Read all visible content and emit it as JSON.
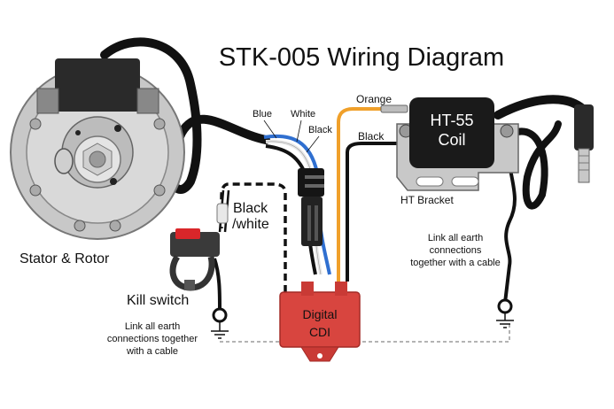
{
  "title": "STK-005 Wiring Diagram",
  "components": {
    "stator": "Stator & Rotor",
    "kill_switch": "Kill switch",
    "cdi_line1": "Digital",
    "cdi_line2": "CDI",
    "coil_line1": "HT-55",
    "coil_line2": "Coil",
    "bracket": "HT Bracket"
  },
  "wires": {
    "blue": "Blue",
    "white": "White",
    "black_stator": "Black",
    "orange": "Orange",
    "black_coil": "Black",
    "black_white_1": "Black",
    "black_white_2": "/white"
  },
  "notes": {
    "left": [
      "Link all earth",
      "connections together",
      "with a cable"
    ],
    "right": [
      "Link all earth",
      "connections",
      "together with a cable"
    ]
  },
  "colors": {
    "blue_wire": "#2f6fd0",
    "white_wire": "#f2f2f2",
    "black_wire": "#111111",
    "orange_wire": "#f0a02a",
    "cdi_body": "#d8453f",
    "kill_button": "#d9262a",
    "stator_metal": "#bdbdbd",
    "coil_body": "#1a1a1a"
  }
}
